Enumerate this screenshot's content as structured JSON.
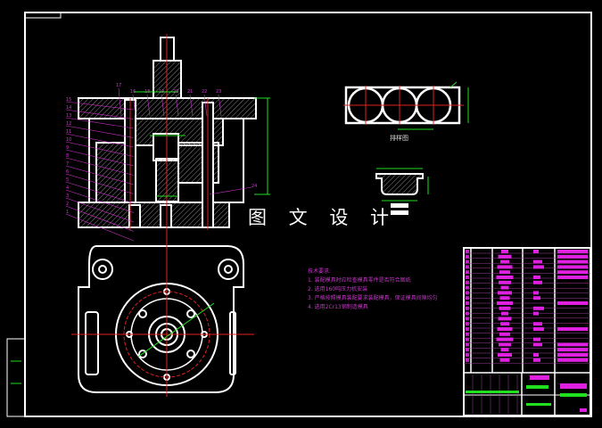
{
  "watermark": "图 文 设 计",
  "strip_layout_label": "排样图",
  "notes": {
    "title": "技术要求:",
    "items": [
      "1. 装配模具时应检查模具零件是否符合图纸",
      "2. 选用160吨压力机安装",
      "3. 严格按照模具装配要求装配模具，保证模具间隙均匀",
      "4. 选用2Cr13钢制造模具"
    ]
  },
  "part_numbers_left": [
    "15",
    "14",
    "13",
    "12",
    "11",
    "10",
    "9",
    "8",
    "7",
    "6",
    "5",
    "4",
    "3",
    "2",
    "1"
  ],
  "part_numbers_top": [
    "17",
    "16",
    "18",
    "19",
    "20",
    "21",
    "22",
    "23"
  ],
  "part_number_right": "24",
  "colors": {
    "outline": "#ffffff",
    "leader": "#d030d0",
    "dimension": "#20e020",
    "centerline": "#e02020"
  }
}
